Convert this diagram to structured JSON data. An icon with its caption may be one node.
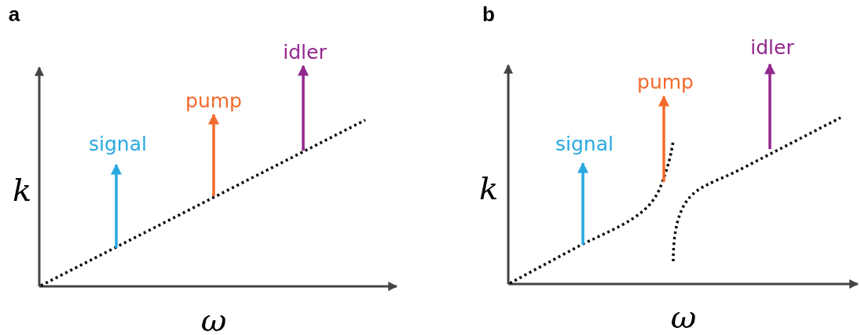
{
  "diagram": {
    "labels": [
      "a",
      "idler",
      "pump",
      "signal",
      "k",
      "ω",
      "b",
      "idler",
      "pump",
      "signal",
      "k",
      "ω"
    ]
  }
}
